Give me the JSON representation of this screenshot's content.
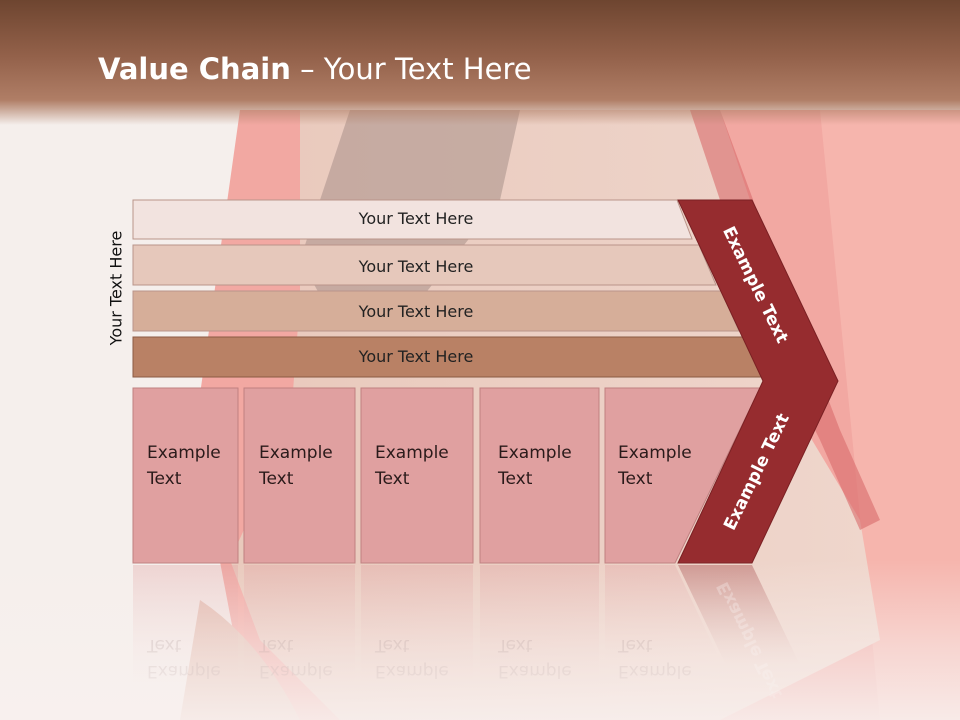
{
  "slide": {
    "title_bold": "Value Chain",
    "title_rest": " – Your Text Here",
    "side_label": "Your Text Here",
    "bands": [
      "Your Text Here",
      "Your Text Here",
      "Your Text Here",
      "Your Text Here"
    ],
    "boxes": [
      {
        "line1": "Example",
        "line2": "Text"
      },
      {
        "line1": "Example",
        "line2": "Text"
      },
      {
        "line1": "Example",
        "line2": "Text"
      },
      {
        "line1": "Example",
        "line2": "Text"
      },
      {
        "line1": "Example",
        "line2": "Text"
      }
    ],
    "chevron_top": "Example Text",
    "chevron_bottom": "Example Text"
  },
  "colors": {
    "title_bar": "#8a5a43",
    "band_1": "#f2e3df",
    "band_2": "#e6c8bb",
    "band_3": "#d6ae99",
    "band_4": "#b98165",
    "box_fill": "#e0a0a0",
    "chevron": "#962c2f"
  }
}
